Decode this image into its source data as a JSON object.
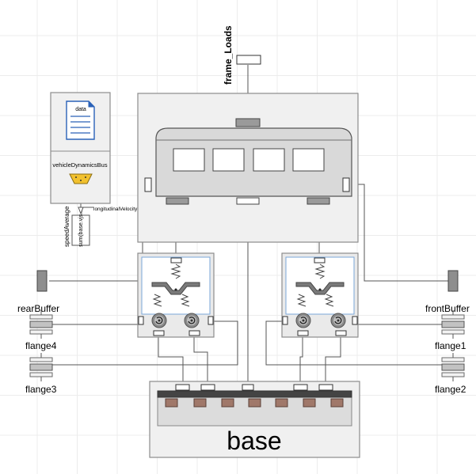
{
  "diagram": {
    "labels": {
      "frame_loads": "frame_Loads",
      "data_icon": "data",
      "bus": "vehicleDynamicsBus",
      "longitudinal": "longitudinalVelocity",
      "speed_average": "speedAverage",
      "sum_expr": "sum(base.vjs...",
      "rear_buffer": "rearBuffer",
      "front_buffer": "frontBuffer",
      "flange4": "flange4",
      "flange3": "flange3",
      "flange1": "flange1",
      "flange2": "flange2",
      "base": "base"
    },
    "colors": {
      "wire": "#555555",
      "frame": "#8c8c8c",
      "body_fill": "#d9d9d9",
      "panel_fill": "#f0f0f0",
      "bogie_border": "#7aa7d8",
      "brown": "#a0786a",
      "blue_text": "#3030ff",
      "bus_yellow": "#f2c12e",
      "doc_blue": "#2a62b8"
    }
  }
}
